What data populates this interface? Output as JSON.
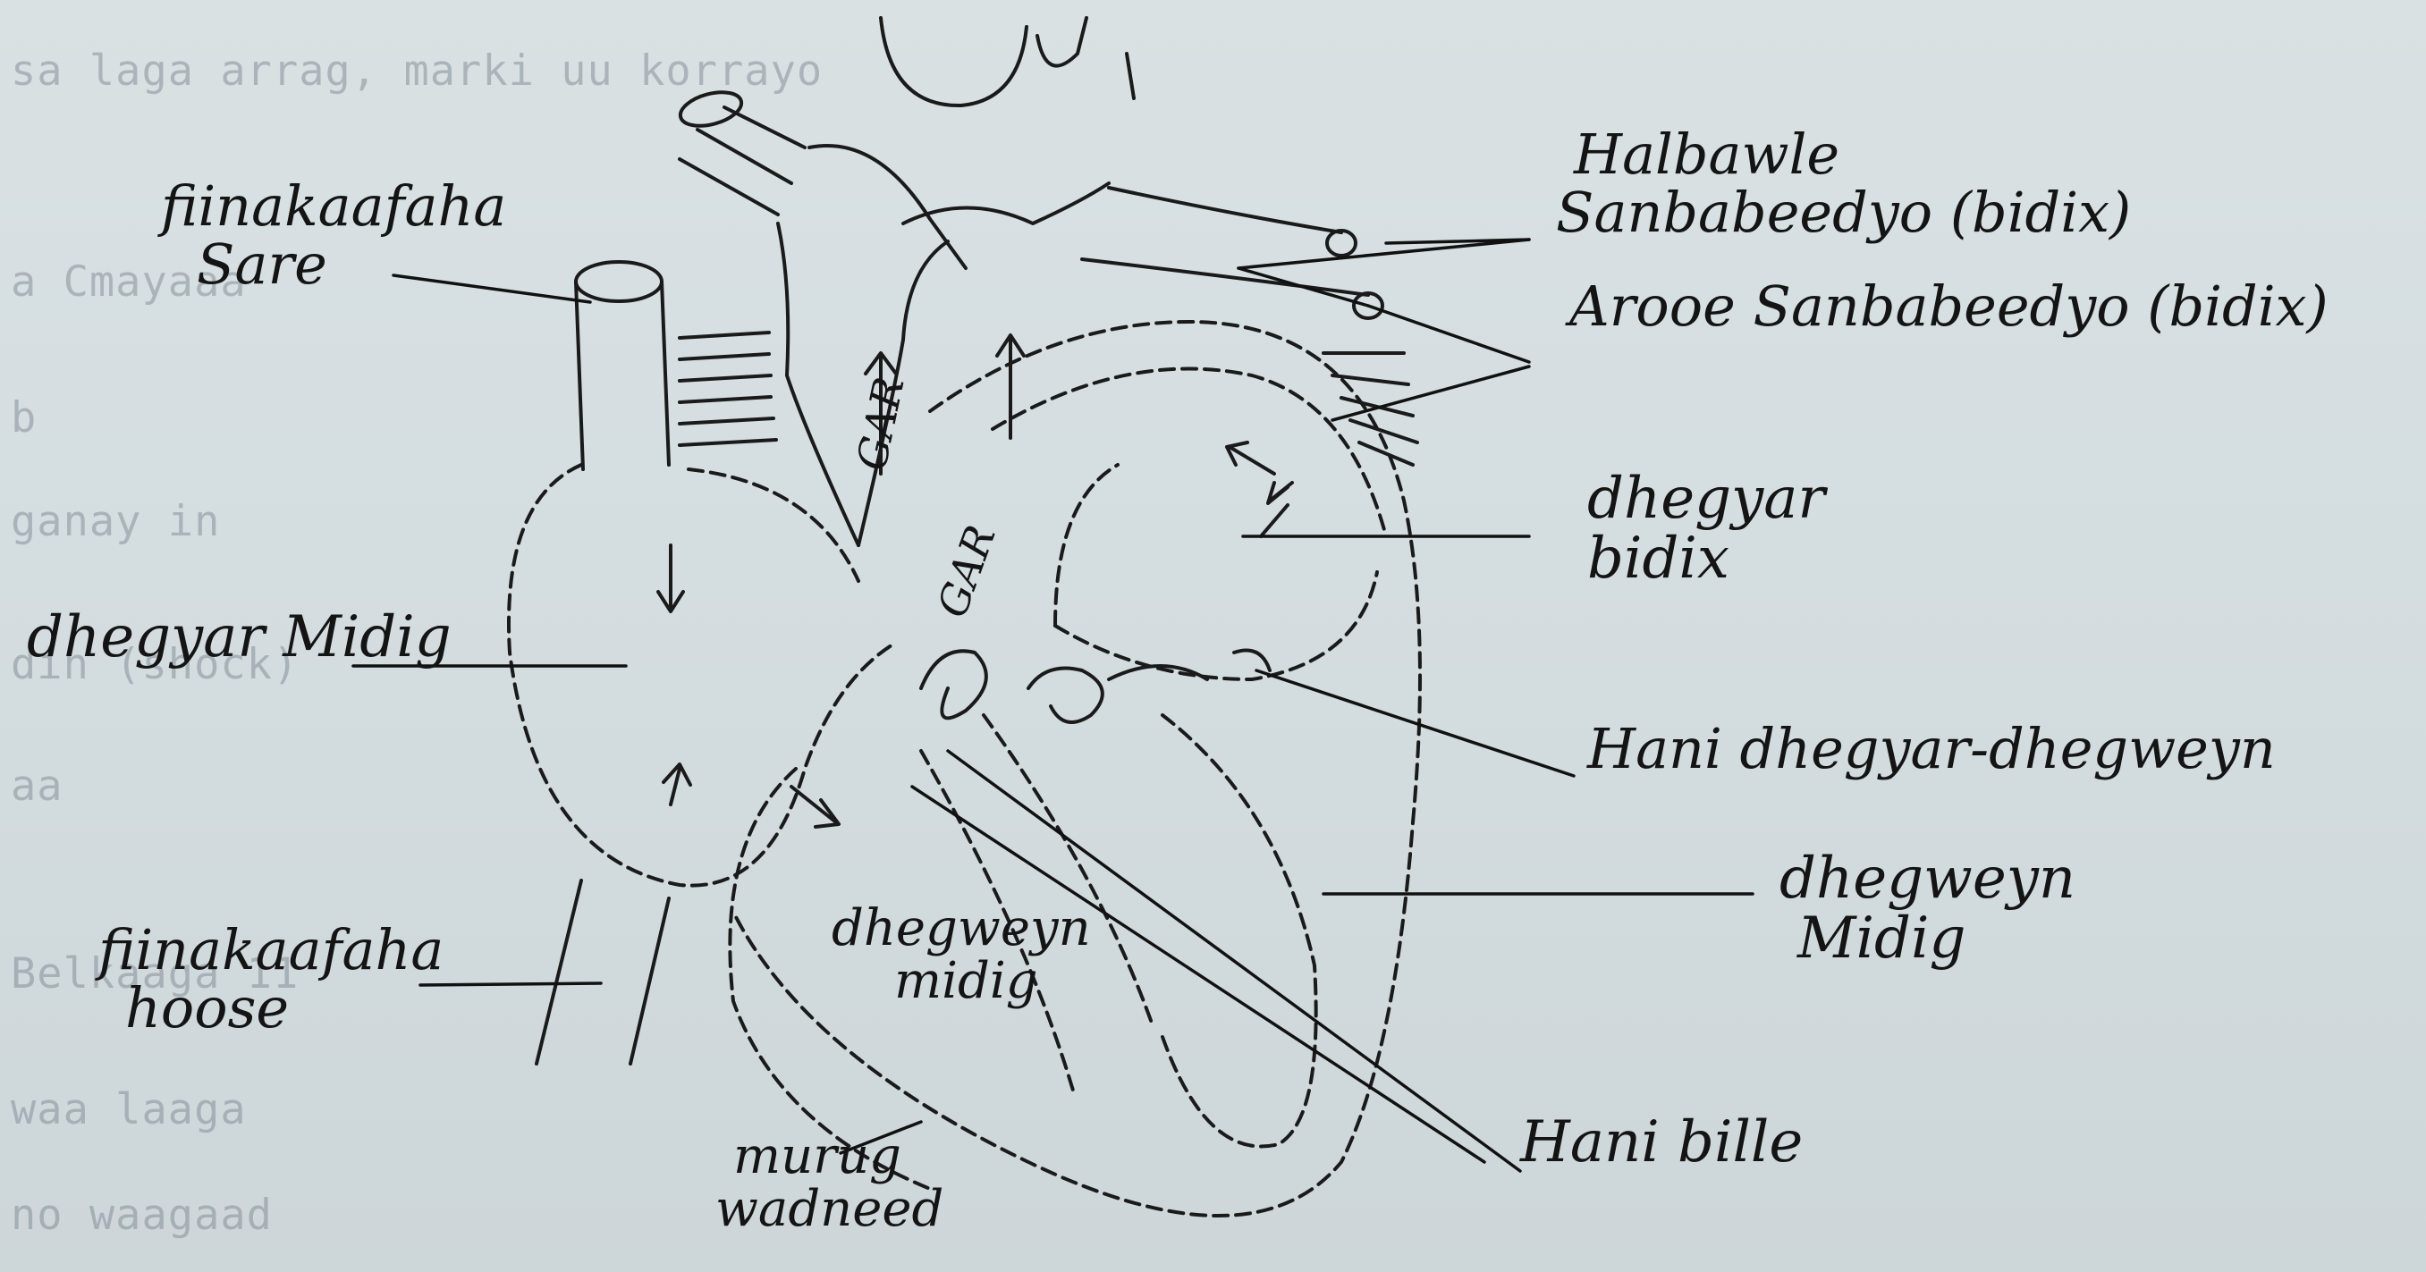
{
  "background_text": [
    "sa laga arrag, marki uu korrayo",
    "a Cmayaaa",
    "b",
    "ganay in",
    "din (shock)",
    "aa",
    "Belkaaga 11",
    "waa laaga",
    "no waagaad"
  ],
  "labels": {
    "finakaafaha_sare": [
      "fiinakaafaha",
      "Sare"
    ],
    "halbawle_sanbabeedyo": [
      "Halbawle",
      "Sanbabeedyo (bidix)"
    ],
    "arooe_sanbabeedyo": "Arooe Sanbabeedyo (bidix)",
    "dhegyar_bidix": [
      "dhegyar",
      "bidix"
    ],
    "dhegyar_midig": "dhegyar Midig",
    "hani_dhegyar_dhegweyn": "Hani dhegyar-dhegweyn",
    "dhegweyn_midig_right": [
      "dhegweyn",
      "Midig"
    ],
    "finakaafaha_hoose": [
      "fiinakaafaha",
      "hoose"
    ],
    "dhegweyn_midig_inner": [
      "dhegweyn",
      "midig"
    ],
    "hani_bille": "Hani bille",
    "murug_wadneed": [
      "murug",
      "wadneed"
    ],
    "gar_1": "GAR",
    "gar_2": "GAR"
  }
}
